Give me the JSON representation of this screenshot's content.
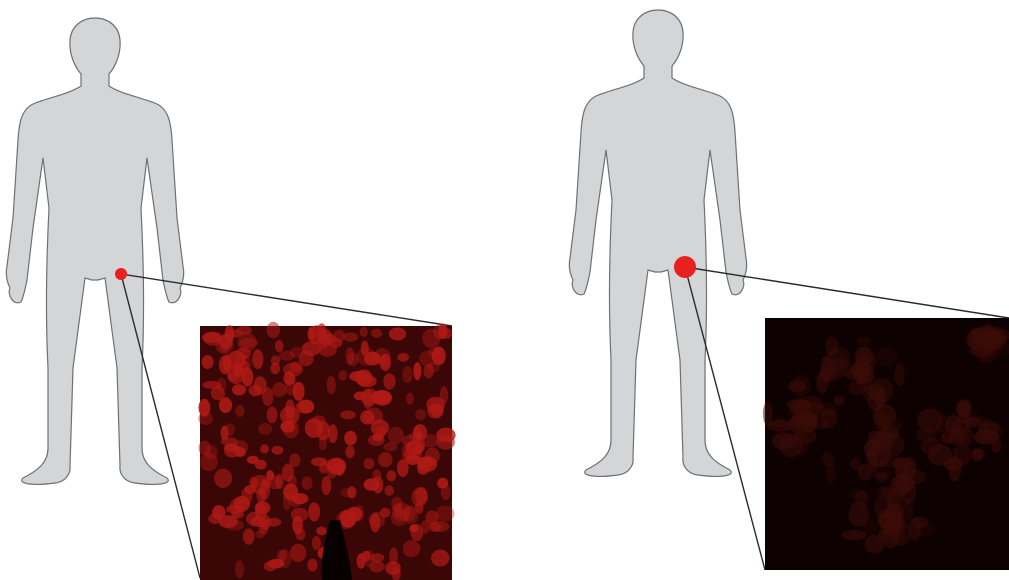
{
  "colors": {
    "background": "#ffffff",
    "silhouette_fill": "#d4d5d6",
    "silhouette_stroke": "#6e7072",
    "marker": "#e8201e",
    "leader_line": "#2a2a2a",
    "tissue_bright_base": "#3a0706",
    "tissue_bright_cell": "#b01a16",
    "tissue_dim_base": "#0d0101",
    "tissue_dim_cell": "#3a0c08"
  },
  "panels": [
    {
      "id": "left",
      "marker_size": "small",
      "micrograph_intensity": "bright"
    },
    {
      "id": "right",
      "marker_size": "large",
      "micrograph_intensity": "dim"
    }
  ]
}
